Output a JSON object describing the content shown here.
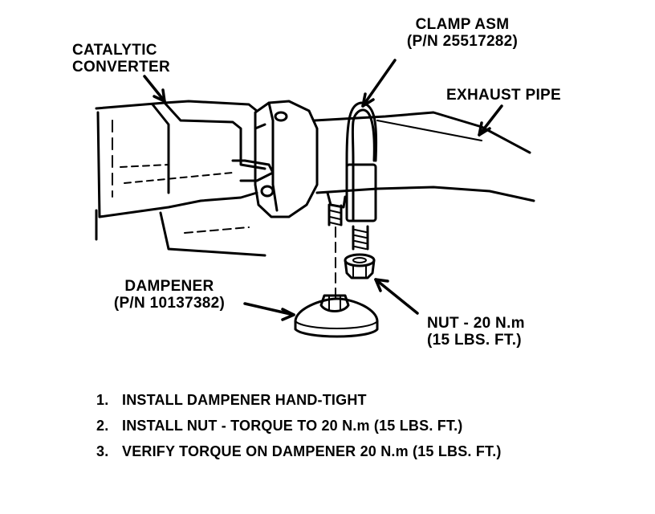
{
  "labels": {
    "catalytic_converter": [
      "CATALYTIC",
      "CONVERTER"
    ],
    "clamp_asm": [
      "CLAMP ASM",
      "(P/N 25517282)"
    ],
    "exhaust_pipe": "EXHAUST PIPE",
    "dampener": [
      "DAMPENER",
      "(P/N 10137382)"
    ],
    "nut": [
      "NUT - 20 N.m",
      "(15 LBS. FT.)"
    ]
  },
  "steps": [
    {
      "num": "1.",
      "text": "INSTALL DAMPENER HAND-TIGHT"
    },
    {
      "num": "2.",
      "text": "INSTALL NUT - TORQUE TO 20 N.m (15 LBS. FT.)"
    },
    {
      "num": "3.",
      "text": "VERIFY TORQUE ON DAMPENER 20 N.m (15 LBS. FT.)"
    }
  ]
}
